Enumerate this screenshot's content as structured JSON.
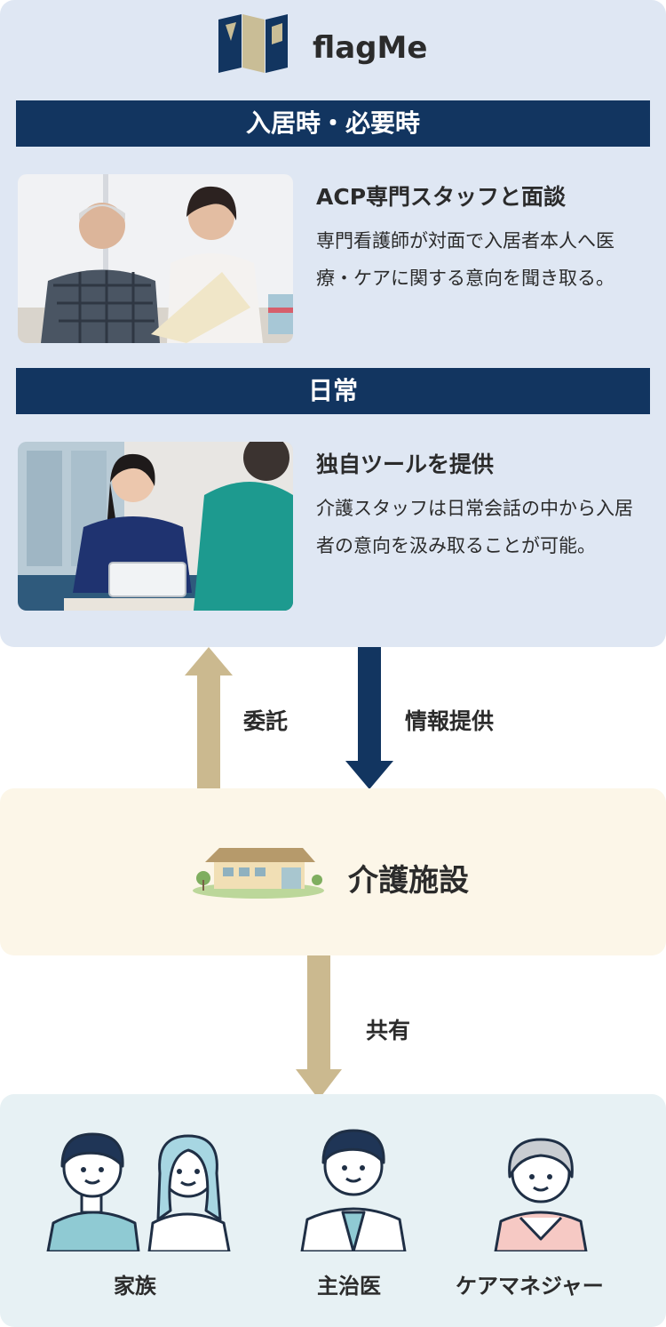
{
  "brand": {
    "name": "flagMe"
  },
  "sections": [
    {
      "band": "入居時・必要時",
      "title": "ACP専門スタッフと面談",
      "description": "専門看護師が対面で入居者本人へ医療・ケアに関する意向を聞き取る。",
      "photo": "elderly-man-interview-photo"
    },
    {
      "band": "日常",
      "title": "独自ツールを提供",
      "description": "介護スタッフは日常会話の中から入居者の意向を汲み取ることが可能。",
      "photo": "caregiver-tablet-photo"
    }
  ],
  "flows": {
    "up_label": "委託",
    "down_label": "情報提供",
    "share_label": "共有"
  },
  "facility": {
    "label": "介護施設",
    "icon": "nursing-facility-icon"
  },
  "people": [
    {
      "label": "家族",
      "icon": "family-icon"
    },
    {
      "label": "主治医",
      "icon": "doctor-icon"
    },
    {
      "label": "ケアマネジャー",
      "icon": "care-manager-icon"
    }
  ],
  "colors": {
    "navy": "#123560",
    "beige": "#cbb98f",
    "panel_blue": "#dfe7f3",
    "panel_cream": "#fcf6e8",
    "panel_teal": "#e7f1f4"
  }
}
